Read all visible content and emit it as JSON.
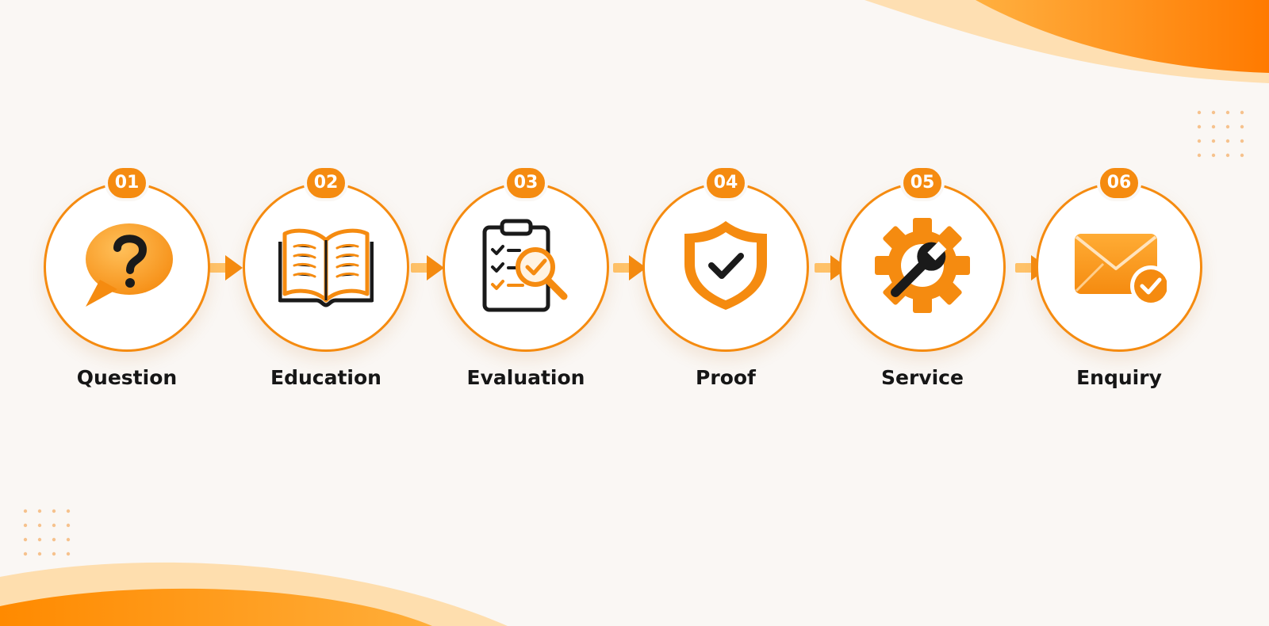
{
  "colors": {
    "accent": "#f58b10",
    "accent_light": "#ffc36a",
    "background": "#faf7f4",
    "ink": "#161616"
  },
  "steps": [
    {
      "number": "01",
      "label": "Question",
      "icon": "question-speech-bubble-icon"
    },
    {
      "number": "02",
      "label": "Education",
      "icon": "open-book-icon"
    },
    {
      "number": "03",
      "label": "Evaluation",
      "icon": "clipboard-magnifier-icon"
    },
    {
      "number": "04",
      "label": "Proof",
      "icon": "shield-check-icon"
    },
    {
      "number": "05",
      "label": "Service",
      "icon": "gear-wrench-icon"
    },
    {
      "number": "06",
      "label": "Enquiry",
      "icon": "envelope-check-icon"
    }
  ]
}
